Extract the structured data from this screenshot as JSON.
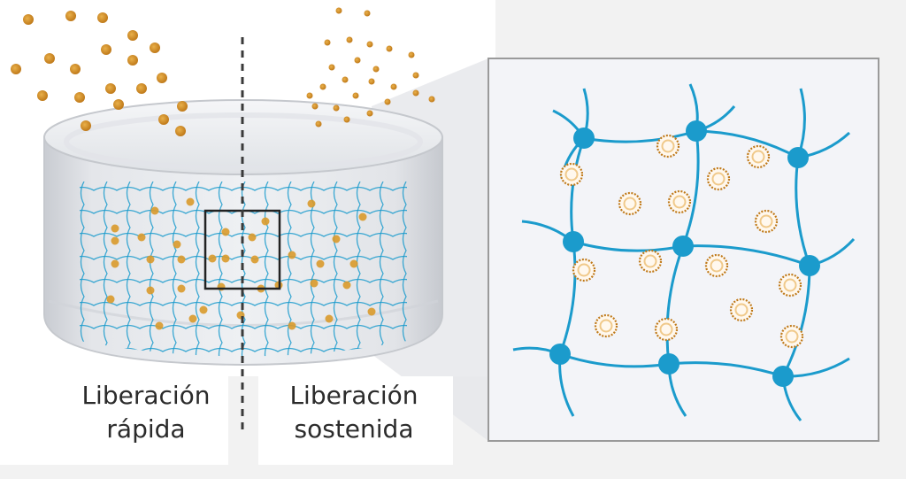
{
  "labels": {
    "fast_line1": "Liberación",
    "fast_line2": "rápida",
    "sustained_line1": "Liberación",
    "sustained_line2": "sostenida"
  },
  "colors": {
    "background": "#f2f2f2",
    "polymer_network": "#1b9bcc",
    "crosslink_node": "#1b9bcc",
    "drug_particle": "#d99a2b",
    "drug_particle_dark": "#c07a1a",
    "container": "#d6d9de",
    "zoom_panel": "#f3f4f8"
  },
  "icons": [
    "hydrogel-cylinder",
    "polymer-network",
    "drug-particle",
    "crosslink-node",
    "divider-line",
    "zoom-box"
  ]
}
